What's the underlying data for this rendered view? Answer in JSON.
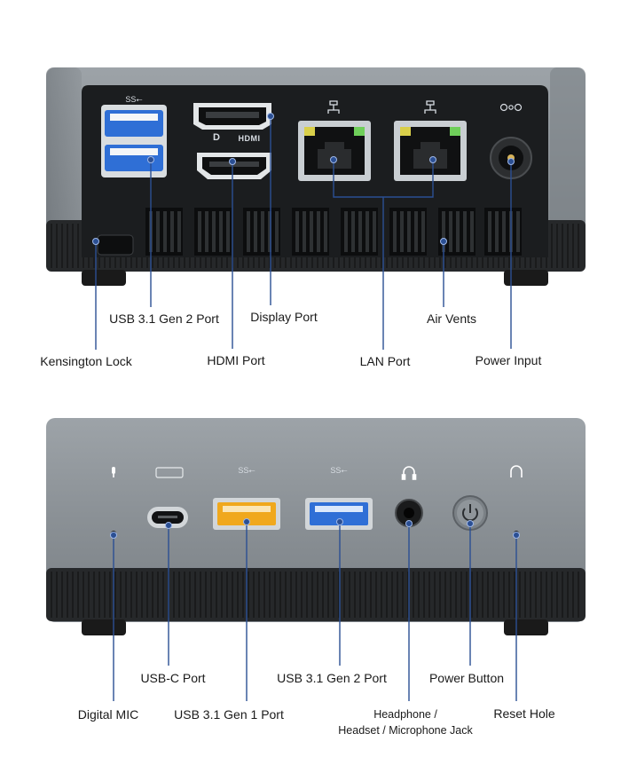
{
  "colors": {
    "chassis": "#8e9499",
    "panel": "#1c1e20",
    "base": "#2a2c2e",
    "leader": "#2b4f93",
    "usb2": "#2f6fd6",
    "usb1": "#f0a81d"
  },
  "rear_view": {
    "callouts": [
      {
        "id": "usb-3-1-gen-2-port",
        "label": "USB 3.1 Gen 2 Port"
      },
      {
        "id": "display-port",
        "label": "Display Port"
      },
      {
        "id": "air-vents",
        "label": "Air Vents"
      },
      {
        "id": "kensington-lock",
        "label": "Kensington Lock"
      },
      {
        "id": "hdmi-port",
        "label": "HDMI Port"
      },
      {
        "id": "lan-port",
        "label": "LAN Port"
      },
      {
        "id": "power-input",
        "label": "Power Input"
      }
    ],
    "markings": {
      "usb": "SS⭠",
      "hdmi": "HDMI",
      "dp": "D"
    },
    "icons": [
      "usb-icon",
      "displayport-icon",
      "hdmi-icon",
      "lan-icon",
      "lan-icon",
      "dc-power-icon"
    ]
  },
  "front_view": {
    "callouts": [
      {
        "id": "usb-c-port",
        "label": "USB-C Port"
      },
      {
        "id": "usb-3-1-gen-2-port-front",
        "label": "USB 3.1 Gen 2 Port"
      },
      {
        "id": "power-button",
        "label": "Power Button"
      },
      {
        "id": "digital-mic",
        "label": "Digital MIC"
      },
      {
        "id": "usb-3-1-gen-1-port",
        "label": "USB 3.1 Gen 1 Port"
      },
      {
        "id": "headphone-jack",
        "label": "Headphone / Headset / Microphone Jack",
        "lines": [
          "Headphone /",
          "Headset / Microphone Jack"
        ]
      },
      {
        "id": "reset-hole",
        "label": "Reset Hole"
      }
    ],
    "markings": {
      "usb": "SS⭠"
    },
    "icons": [
      "microphone-icon",
      "usb-c-ss-icon",
      "usb-icon",
      "usb-icon",
      "headphone-icon",
      "power-icon",
      "reset-icon"
    ]
  }
}
